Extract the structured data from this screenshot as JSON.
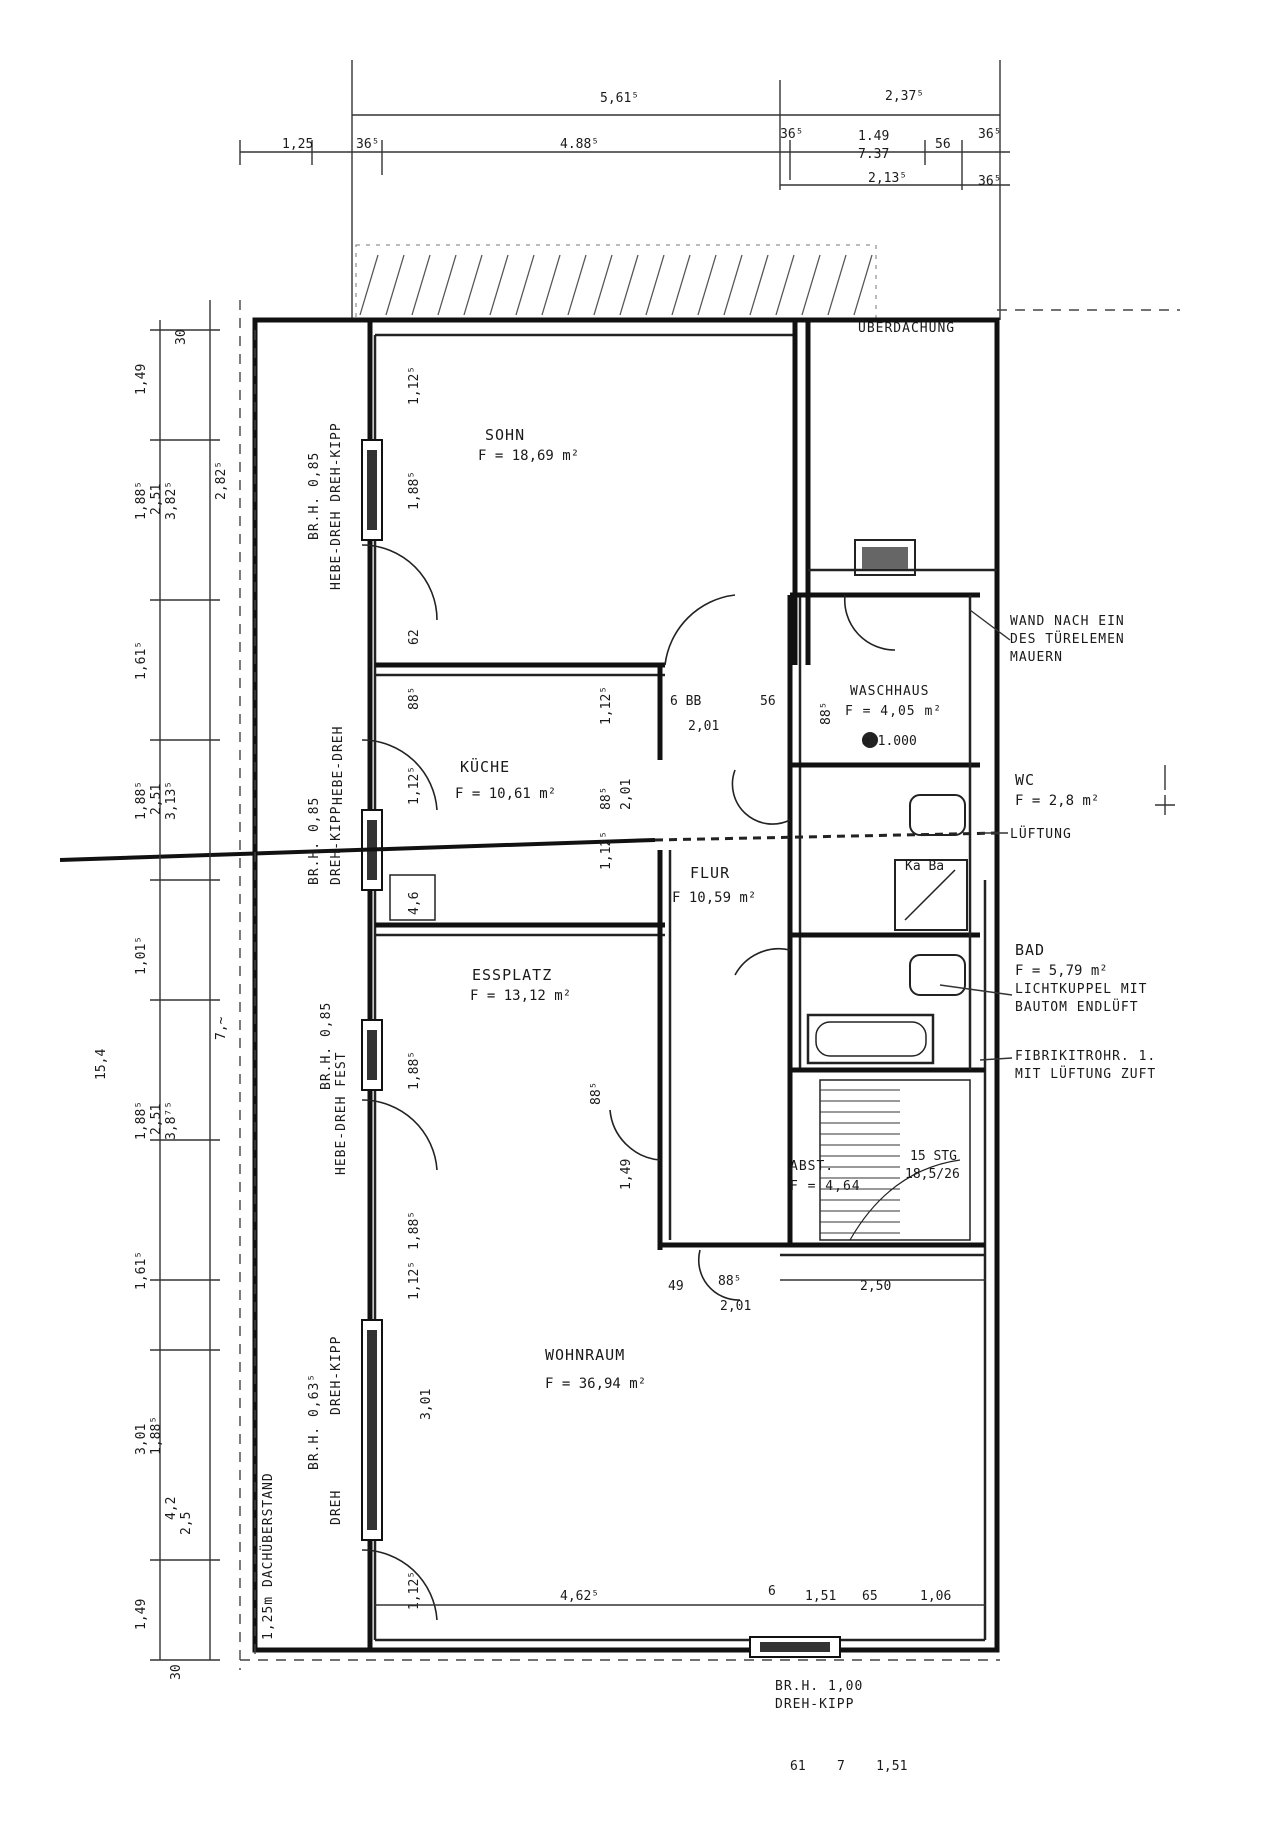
{
  "dimensions_top": {
    "overall_left": "5,61⁵",
    "overall_right": "2,37⁵",
    "seg_125": "1,25",
    "seg_365_a": "36⁵",
    "seg_4885": "4.88⁵",
    "seg_365_b": "36⁵",
    "seg_149_737": "1.49\n7.37",
    "seg_56": "56",
    "seg_365_c": "36⁵",
    "seg_2135": "2,13⁵",
    "seg_365_d": "36⁵"
  },
  "dimensions_left_outer": [
    "1,49",
    "1,88⁵\n2,51\n3,82⁵",
    "2,82⁵",
    "1,61⁵",
    "1,88⁵\n2,51\n3,13⁵",
    "1,01⁵",
    "1,88⁵\n2,51\n3,8⁷⁵",
    "1,61⁵",
    "3,01\n1,88⁵",
    "1,49"
  ],
  "dimensions_left_misc": {
    "top_30": "30",
    "mid_70": "7,~",
    "total": "15,4",
    "a": "4,2",
    "b": "2,5",
    "c": "30"
  },
  "window_notes": {
    "w1": "BR.H. 0,85",
    "w1b": "HEBE-DREH  DREH-KIPP",
    "w2": "HEBE-DREH",
    "w3": "BR.H. 0,85",
    "w3b": "DREH-KIPP",
    "w4": "BR.H. 0,85",
    "w4b": "HEBE-DREH  FEST",
    "w5": "BR.H. 0,63⁵",
    "w5b": "DREH-KIPP",
    "w5c": "DREH"
  },
  "side_note": "1,25m  DACHÜBERSTAND",
  "roof_label": "ÜBERDACHUNG",
  "rooms": {
    "sohn": {
      "name": "SOHN",
      "area": "F = 18,69 m²"
    },
    "kueche": {
      "name": "KÜCHE",
      "area": "F = 10,61 m²"
    },
    "flur": {
      "name": "FLUR",
      "area": "F 10,59 m²"
    },
    "essplatz": {
      "name": "ESSPLATZ",
      "area": "F = 13,12 m²"
    },
    "wohnraum": {
      "name": "WOHNRAUM",
      "area": "F = 36,94 m²"
    },
    "hwr": {
      "name": "WASCHHAUS",
      "area": "F = 4,05 m²"
    },
    "wc": {
      "name": "WC",
      "area": "F = 2,8 m²"
    },
    "bad": {
      "name": "BAD",
      "area": "F = 5,79 m²"
    },
    "abst": {
      "name": "ABST.",
      "area": "F = 4,64"
    }
  },
  "notes_right": {
    "n1": "WAND NACH EIN",
    "n2": "DES TÜRELEMEN",
    "n3": "MAUERN",
    "n4": "LÜFTUNG",
    "n5": "LICHTKUPPEL MIT",
    "n6": "BAUTOM ENDLÜFT",
    "n7": "FIBRIKITROHR. 1.",
    "n8": "MIT LÜFTUNG ZUFT"
  },
  "inner_dims": {
    "d1": "1,12⁵",
    "d2": "1,88⁵",
    "d3": "62",
    "d4": "88⁵",
    "d5": "1,12⁵",
    "d6": "88⁵",
    "d7": "1,88",
    "d8": "88⁵\n2,01",
    "d9": "1,12⁵",
    "d10": "4,6",
    "d11": "1,88⁵",
    "d12": "88⁵",
    "d13": "1,88⁵",
    "d14": "1,49",
    "d15": "1,12⁵",
    "d16": "3,01",
    "d17": "1,12⁵",
    "bb_a": "6  BB",
    "bb_b": "2,01",
    "bb_56": "56",
    "bb_c": "88⁵",
    "door_49": "49",
    "door_885": "88⁵",
    "door_201": "2,01",
    "dim_250": "2,50",
    "bottom_4625": "4,62⁵",
    "bottom_6": "6",
    "bottom_151": "1,51",
    "bottom_65": "65",
    "bottom_106": "1,06",
    "stair": "15 STG\n18,5/26",
    "d1000": "⌀ 1.000",
    "kd": "Ka Ba"
  },
  "bottom_window": "BR.H. 1,00\nDREH-KIPP",
  "bottom_footer": "61    7    1,51"
}
